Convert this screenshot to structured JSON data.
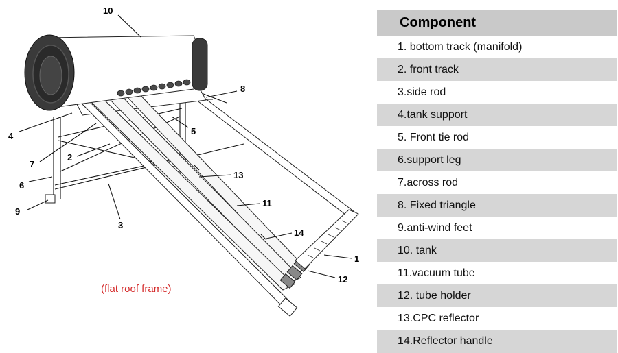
{
  "diagram": {
    "caption": "(flat roof frame)",
    "callouts": [
      "10",
      "8",
      "4",
      "5",
      "7",
      "2",
      "13",
      "6",
      "9",
      "11",
      "3",
      "14",
      "1",
      "12"
    ]
  },
  "table": {
    "header": "Component",
    "rows": [
      "1. bottom track (manifold)",
      "2. front track",
      "3.side rod",
      "4.tank support",
      "5. Front tie rod",
      "6.support leg",
      "7.across rod",
      "8. Fixed triangle",
      "9.anti-wind  feet",
      "10. tank",
      "11.vacuum tube",
      "12. tube holder",
      "13.CPC reflector",
      "14.Reflector handle"
    ]
  }
}
